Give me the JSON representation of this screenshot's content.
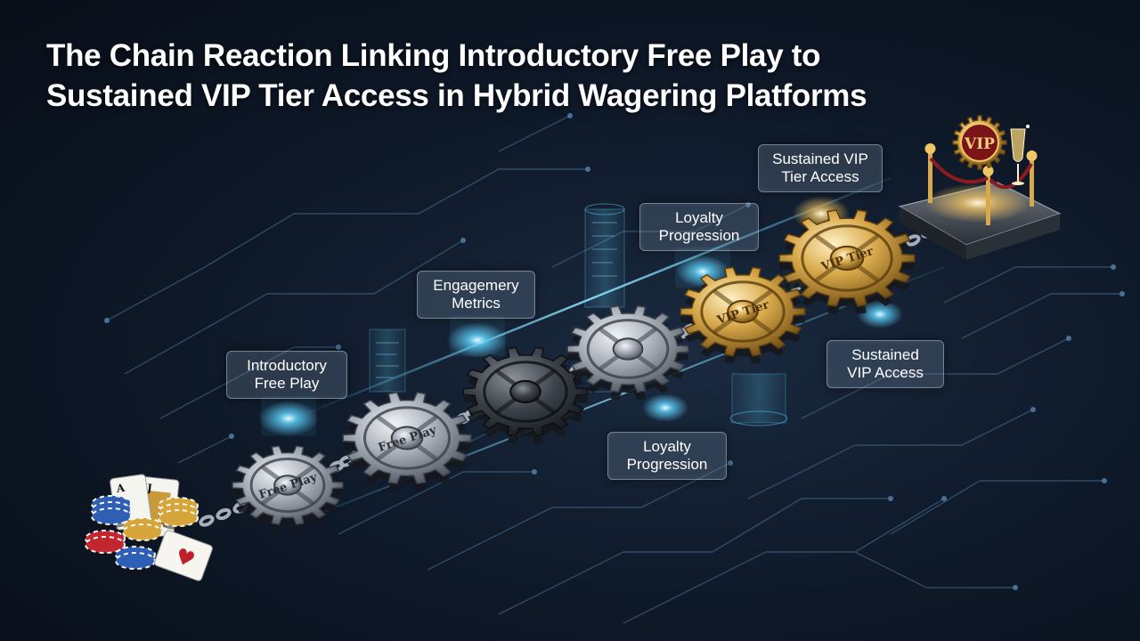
{
  "title": {
    "line1": "The Chain Reaction Linking Introductory Free Play to",
    "line2": "Sustained VIP Tier Access in Hybrid Wagering Platforms"
  },
  "labels": {
    "introductory": {
      "line1": "Introductory",
      "line2": "Free Play"
    },
    "engagement": {
      "line1": "Engagemery",
      "line2": "Metrics"
    },
    "loyalty_top": {
      "line1": "Loyalty",
      "line2": "Progression"
    },
    "sustained_top": {
      "line1": "Sustained VIP",
      "line2": "Tier Access"
    },
    "sustained_right": {
      "line1": "Sustained",
      "line2": "VIP Access"
    },
    "loyalty_bottom": {
      "line1": "Loyalty",
      "line2": "Progression"
    }
  },
  "gears": {
    "g1": "Free Play",
    "g2": "Free Play",
    "g5": "VIP Tier",
    "g6": "VIP Tier"
  },
  "vip_badge": "VIP",
  "cards": {
    "jack_rank": "J",
    "ace_rank": "A",
    "heart": "♥"
  },
  "colors": {
    "background": "#0f1a2a",
    "glow": "#5fd4ff",
    "silver": "#c9ced6",
    "gold": "#d8a94a",
    "text": "#ffffff"
  }
}
